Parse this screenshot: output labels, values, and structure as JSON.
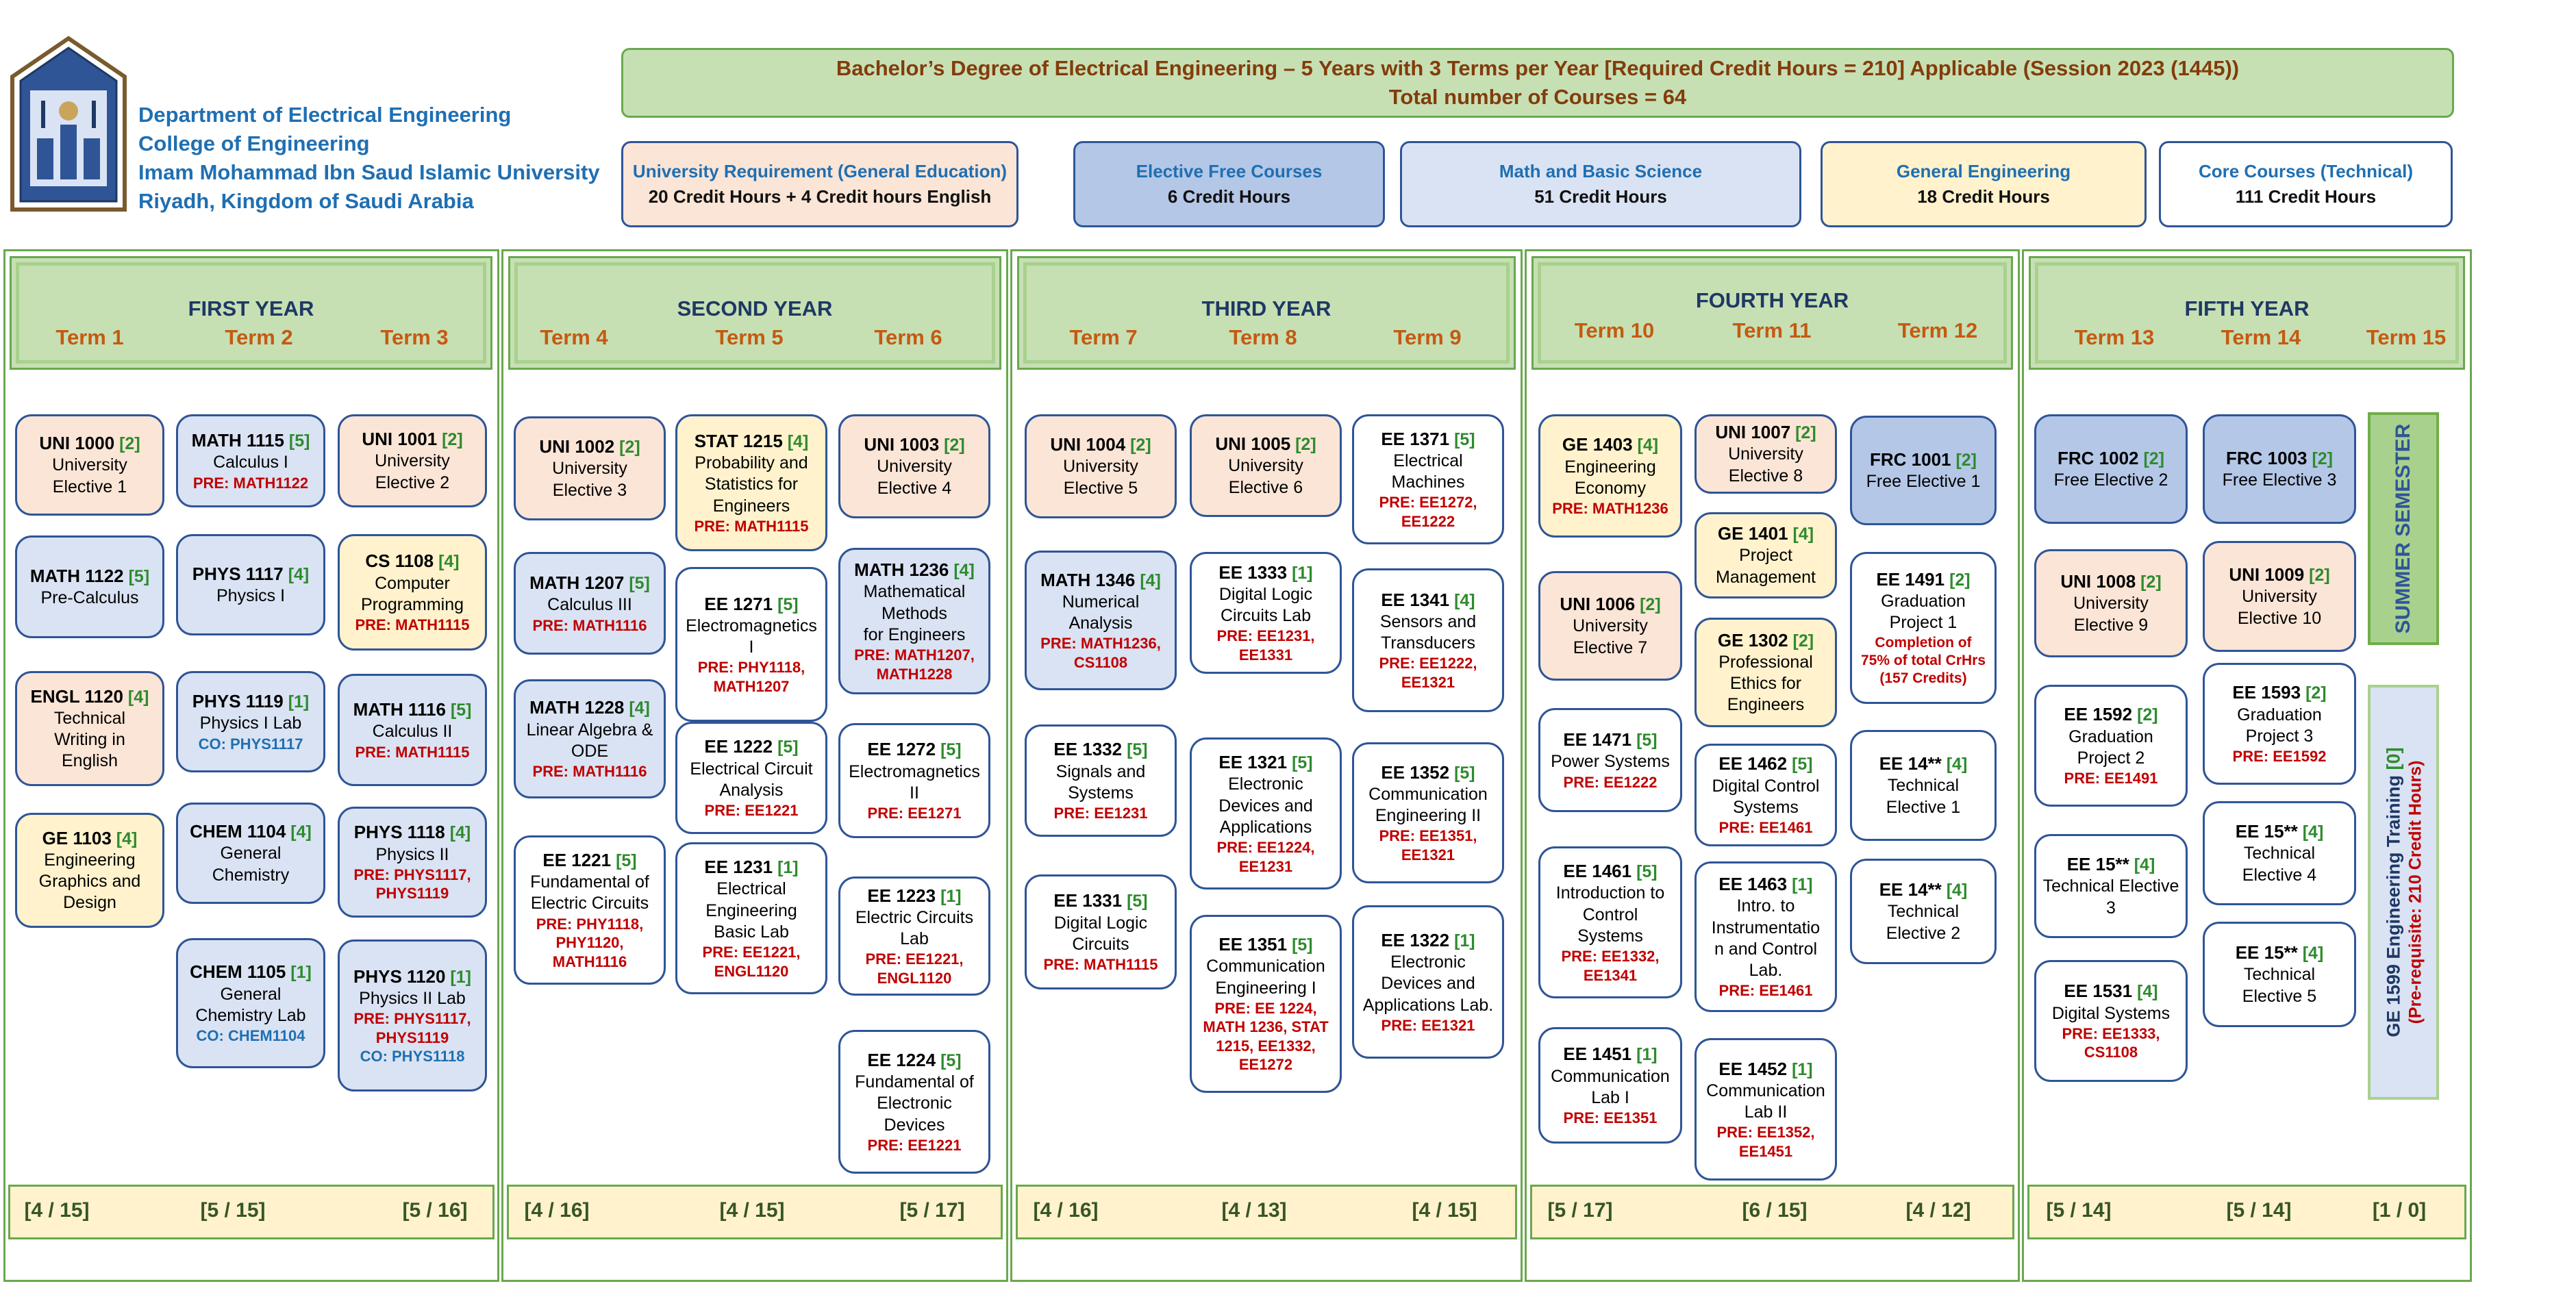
{
  "header": {
    "dept_lines": [
      "Department of Electrical Engineering",
      "College of Engineering",
      "Imam Mohammad Ibn Saud Islamic University",
      "Riyadh, Kingdom of Saudi Arabia"
    ],
    "title": "Bachelor’s Degree of Electrical Engineering – 5 Years with 3 Terms per Year [Required Credit Hours = 210] Applicable (Session 2023 (1445))",
    "subtitle": "Total number of Courses = 64"
  },
  "legend": [
    {
      "title": "University Requirement (General Education)",
      "hours": "20 Credit Hours  +  4 Credit hours English",
      "color": "#fbe5d6"
    },
    {
      "title": "Elective Free Courses",
      "hours": "6 Credit Hours",
      "color": "#b4c7e7"
    },
    {
      "title": "Math and Basic Science",
      "hours": "51 Credit Hours",
      "color": "#dae3f3"
    },
    {
      "title": "General Engineering",
      "hours": "18 Credit Hours",
      "color": "#fff2cc"
    },
    {
      "title": "Core Courses (Technical)",
      "hours": "111 Credit Hours",
      "color": "#ffffff"
    }
  ],
  "years": [
    {
      "title": "FIRST YEAR",
      "terms": [
        "Term 1",
        "Term 2",
        "Term 3"
      ],
      "totals": [
        "[4 / 15]",
        "[5 / 15]",
        "[5 / 16]"
      ]
    },
    {
      "title": "SECOND YEAR",
      "terms": [
        "Term 4",
        "Term 5",
        "Term 6"
      ],
      "totals": [
        "[4 / 16]",
        "[4 / 15]",
        "[5 / 17]"
      ]
    },
    {
      "title": "THIRD YEAR",
      "terms": [
        "Term 7",
        "Term 8",
        "Term 9"
      ],
      "totals": [
        "[4 / 16]",
        "[4 / 13]",
        "[4 / 15]"
      ]
    },
    {
      "title": "FOURTH YEAR",
      "terms": [
        "Term 10",
        "Term 11",
        "Term 12"
      ],
      "totals": [
        "[5 / 17]",
        "[6 / 15]",
        "[4 / 12]"
      ]
    },
    {
      "title": "FIFTH YEAR",
      "terms": [
        "Term 13",
        "Term 14",
        "Term 15"
      ],
      "totals": [
        "[5 / 14]",
        "[5 / 14]",
        "[1 / 0]"
      ]
    }
  ],
  "courses": [
    {
      "code": "UNI 1000",
      "cr": "[2]",
      "name": "University\nElective 1",
      "type": "uni"
    },
    {
      "code": "MATH 1122",
      "cr": "[5]",
      "name": "Pre-Calculus",
      "type": "math"
    },
    {
      "code": "ENGL 1120",
      "cr": "[4]",
      "name": "Technical\nWriting in\nEnglish",
      "type": "uni"
    },
    {
      "code": "GE 1103",
      "cr": "[4]",
      "name": "Engineering\nGraphics and\nDesign",
      "type": "ge"
    },
    {
      "code": "MATH 1115",
      "cr": "[5]",
      "name": "Calculus I",
      "pre": "PRE: MATH1122",
      "type": "math"
    },
    {
      "code": "PHYS 1117",
      "cr": "[4]",
      "name": "Physics I",
      "type": "math"
    },
    {
      "code": "PHYS 1119",
      "cr": "[1]",
      "name": "Physics I Lab",
      "co": "CO: PHYS1117",
      "type": "math"
    },
    {
      "code": "CHEM 1104",
      "cr": "[4]",
      "name": "General\nChemistry",
      "type": "math"
    },
    {
      "code": "CHEM 1105",
      "cr": "[1]",
      "name": "General\nChemistry Lab",
      "co": "CO: CHEM1104",
      "type": "math"
    },
    {
      "code": "UNI 1001",
      "cr": "[2]",
      "name": "University\nElective 2",
      "type": "uni"
    },
    {
      "code": "CS 1108",
      "cr": "[4]",
      "name": "Computer\nProgramming",
      "pre": "PRE: MATH1115",
      "type": "ge"
    },
    {
      "code": "MATH 1116",
      "cr": "[5]",
      "name": "Calculus II",
      "pre": "PRE: MATH1115",
      "type": "math"
    },
    {
      "code": "PHYS 1118",
      "cr": "[4]",
      "name": "Physics II",
      "pre": "PRE: PHYS1117,\nPHYS1119",
      "type": "math"
    },
    {
      "code": "PHYS 1120",
      "cr": "[1]",
      "name": "Physics II Lab",
      "pre": "PRE: PHYS1117,\nPHYS1119",
      "co": "CO: PHYS1118",
      "type": "math"
    },
    {
      "code": "UNI 1002",
      "cr": "[2]",
      "name": "University\nElective 3",
      "type": "uni"
    },
    {
      "code": "MATH 1207",
      "cr": "[5]",
      "name": "Calculus III",
      "pre": "PRE: MATH1116",
      "type": "math"
    },
    {
      "code": "MATH 1228",
      "cr": "[4]",
      "name": "Linear Algebra &\nODE",
      "pre": "PRE: MATH1116",
      "type": "math"
    },
    {
      "code": "EE 1221",
      "cr": "[5]",
      "name": "Fundamental of\nElectric Circuits",
      "pre": "PRE: PHY1118,\nPHY1120,\nMATH1116",
      "type": "core"
    },
    {
      "code": "STAT 1215",
      "cr": "[4]",
      "name": "Probability and\nStatistics for\nEngineers",
      "pre": "PRE: MATH1115",
      "type": "ge"
    },
    {
      "code": "EE 1271",
      "cr": "[5]",
      "name": "Electromagnetics\nI",
      "pre": "PRE: PHY1118,\nMATH1207",
      "type": "core"
    },
    {
      "code": "EE 1222",
      "cr": "[5]",
      "name": "Electrical Circuit\nAnalysis",
      "pre": "PRE: EE1221",
      "type": "core"
    },
    {
      "code": "EE 1231",
      "cr": "[1]",
      "name": "Electrical\nEngineering\nBasic Lab",
      "pre": "PRE: EE1221,\nENGL1120",
      "type": "core"
    },
    {
      "code": "UNI 1003",
      "cr": "[2]",
      "name": "University\nElective 4",
      "type": "uni"
    },
    {
      "code": "MATH 1236",
      "cr": "[4]",
      "name": "Mathematical\nMethods\nfor Engineers",
      "pre": "PRE: MATH1207,\nMATH1228",
      "type": "math"
    },
    {
      "code": "EE 1272",
      "cr": "[5]",
      "name": "Electromagnetics\nII",
      "pre": "PRE: EE1271",
      "type": "core"
    },
    {
      "code": "EE 1223",
      "cr": "[1]",
      "name": "Electric Circuits\nLab",
      "pre": "PRE: EE1221,\nENGL1120",
      "type": "core"
    },
    {
      "code": "EE 1224",
      "cr": "[5]",
      "name": "Fundamental of\nElectronic\nDevices",
      "pre": "PRE: EE1221",
      "type": "core"
    },
    {
      "code": "UNI 1004",
      "cr": "[2]",
      "name": "University\nElective 5",
      "type": "uni"
    },
    {
      "code": "MATH 1346",
      "cr": "[4]",
      "name": "Numerical\nAnalysis",
      "pre": "PRE: MATH1236,\nCS1108",
      "type": "math"
    },
    {
      "code": "EE 1332",
      "cr": "[5]",
      "name": "Signals and\nSystems",
      "pre": "PRE: EE1231",
      "type": "core"
    },
    {
      "code": "EE 1331",
      "cr": "[5]",
      "name": "Digital Logic\nCircuits",
      "pre": "PRE: MATH1115",
      "type": "core"
    },
    {
      "code": "UNI 1005",
      "cr": "[2]",
      "name": "University\nElective 6",
      "type": "uni"
    },
    {
      "code": "EE 1333",
      "cr": "[1]",
      "name": "Digital Logic\nCircuits Lab",
      "pre": "PRE: EE1231,\nEE1331",
      "type": "core"
    },
    {
      "code": "EE 1321",
      "cr": "[5]",
      "name": "Electronic\nDevices and\nApplications",
      "pre": "PRE: EE1224,\nEE1231",
      "type": "core"
    },
    {
      "code": "EE 1351",
      "cr": "[5]",
      "name": "Communication\nEngineering I",
      "pre": "PRE: EE 1224,\nMATH 1236, STAT\n1215, EE1332,\nEE1272",
      "type": "core"
    },
    {
      "code": "EE 1371",
      "cr": "[5]",
      "name": "Electrical\nMachines",
      "pre": "PRE: EE1272,\nEE1222",
      "type": "core"
    },
    {
      "code": "EE 1341",
      "cr": "[4]",
      "name": "Sensors and\nTransducers",
      "pre": "PRE: EE1222,\nEE1321",
      "type": "core"
    },
    {
      "code": "EE 1352",
      "cr": "[5]",
      "name": "Communication\nEngineering II",
      "pre": "PRE: EE1351,\nEE1321",
      "type": "core"
    },
    {
      "code": "EE 1322",
      "cr": "[1]",
      "name": "Electronic\nDevices and\nApplications Lab.",
      "pre": "PRE: EE1321",
      "type": "core"
    },
    {
      "code": "GE 1403",
      "cr": "[4]",
      "name": "Engineering\nEconomy",
      "pre": "PRE: MATH1236",
      "type": "ge"
    },
    {
      "code": "UNI 1006",
      "cr": "[2]",
      "name": "University\nElective 7",
      "type": "uni"
    },
    {
      "code": "EE 1471",
      "cr": "[5]",
      "name": "Power Systems",
      "pre": "PRE: EE1222",
      "type": "core"
    },
    {
      "code": "EE 1461",
      "cr": "[5]",
      "name": "Introduction to\nControl\nSystems",
      "pre": "PRE: EE1332,\nEE1341",
      "type": "core"
    },
    {
      "code": "EE 1451",
      "cr": "[1]",
      "name": "Communication\nLab I",
      "pre": "PRE: EE1351",
      "type": "core"
    },
    {
      "code": "UNI 1007",
      "cr": "[2]",
      "name": "University\nElective 8",
      "type": "uni"
    },
    {
      "code": "GE 1401",
      "cr": "[4]",
      "name": "Project\nManagement",
      "type": "ge"
    },
    {
      "code": "GE 1302",
      "cr": "[2]",
      "name": "Professional\nEthics for\nEngineers",
      "type": "ge"
    },
    {
      "code": "EE 1462",
      "cr": "[5]",
      "name": "Digital Control\nSystems",
      "pre": "PRE: EE1461",
      "type": "core"
    },
    {
      "code": "EE 1463",
      "cr": "[1]",
      "name": "Intro. to\nInstrumentatio\nn and Control\nLab.",
      "pre": "PRE: EE1461",
      "type": "core"
    },
    {
      "code": "EE 1452",
      "cr": "[1]",
      "name": "Communication\nLab II",
      "pre": "PRE: EE1352,\nEE1451",
      "type": "core"
    },
    {
      "code": "FRC 1001",
      "cr": "[2]",
      "name": "Free Elective 1",
      "type": "free"
    },
    {
      "code": "EE 1491",
      "cr": "[2]",
      "name": "Graduation\nProject 1",
      "note": "Completion of\n75% of total CrHrs\n(157 Credits)",
      "type": "core"
    },
    {
      "code": "EE 14**",
      "cr": "[4]",
      "name": "Technical\nElective 1",
      "type": "core"
    },
    {
      "code": "EE 14**",
      "cr": "[4]",
      "name": "Technical\nElective 2",
      "type": "core"
    },
    {
      "code": "FRC 1002",
      "cr": "[2]",
      "name": "Free Elective 2",
      "type": "free"
    },
    {
      "code": "UNI 1008",
      "cr": "[2]",
      "name": "University\nElective 9",
      "type": "uni"
    },
    {
      "code": "EE 1592",
      "cr": "[2]",
      "name": "Graduation\nProject 2",
      "pre": "PRE: EE1491",
      "type": "core"
    },
    {
      "code": "EE 15**",
      "cr": "[4]",
      "name": "Technical Elective\n3",
      "type": "core"
    },
    {
      "code": "EE 1531",
      "cr": "[4]",
      "name": "Digital Systems",
      "pre": "PRE: EE1333,\nCS1108",
      "type": "core"
    },
    {
      "code": "FRC 1003",
      "cr": "[2]",
      "name": "Free Elective 3",
      "type": "free"
    },
    {
      "code": "UNI 1009",
      "cr": "[2]",
      "name": "University\nElective 10",
      "type": "uni"
    },
    {
      "code": "EE 1593",
      "cr": "[2]",
      "name": "Graduation\nProject 3",
      "pre": "PRE: EE1592",
      "type": "core"
    },
    {
      "code": "EE 15**",
      "cr": "[4]",
      "name": "Technical\nElective 4",
      "type": "core"
    },
    {
      "code": "EE 15**",
      "cr": "[4]",
      "name": "Technical\nElective 5",
      "type": "core"
    }
  ],
  "summer": {
    "label": "SUMMER SEMESTER"
  },
  "training": {
    "title": "GE 1599 Engineering Training",
    "cr": "[0]",
    "pre": "(Pre-requisite: 210 Credit Hours)"
  }
}
